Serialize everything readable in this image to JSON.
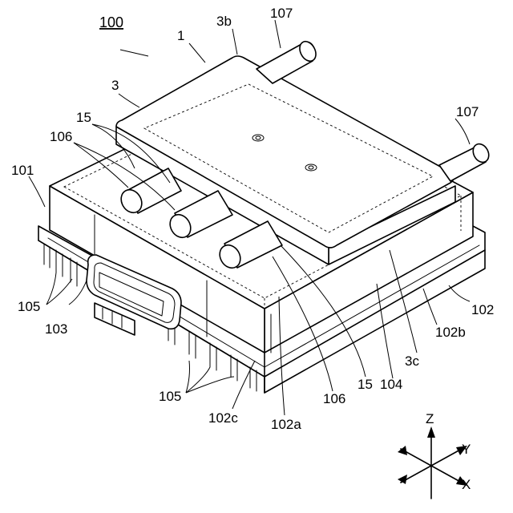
{
  "diagram": {
    "title_ref": "100",
    "labels": {
      "assembly": "1",
      "cover": "3",
      "cover_top": "3b",
      "cover_edge": "3c",
      "pipe_top": "107",
      "pipe_right": "107",
      "tube_left": "15",
      "tube_right": "15",
      "stub_left": "106",
      "stub_right": "106",
      "module": "101",
      "base": "102",
      "base_side_b": "102b",
      "base_side_a": "102a",
      "base_side_c": "102c",
      "connector": "103",
      "inner_line": "104",
      "fin_left": "105",
      "fin_bottom": "105"
    },
    "axes": {
      "z": "Z",
      "y": "Y",
      "x": "X"
    }
  }
}
